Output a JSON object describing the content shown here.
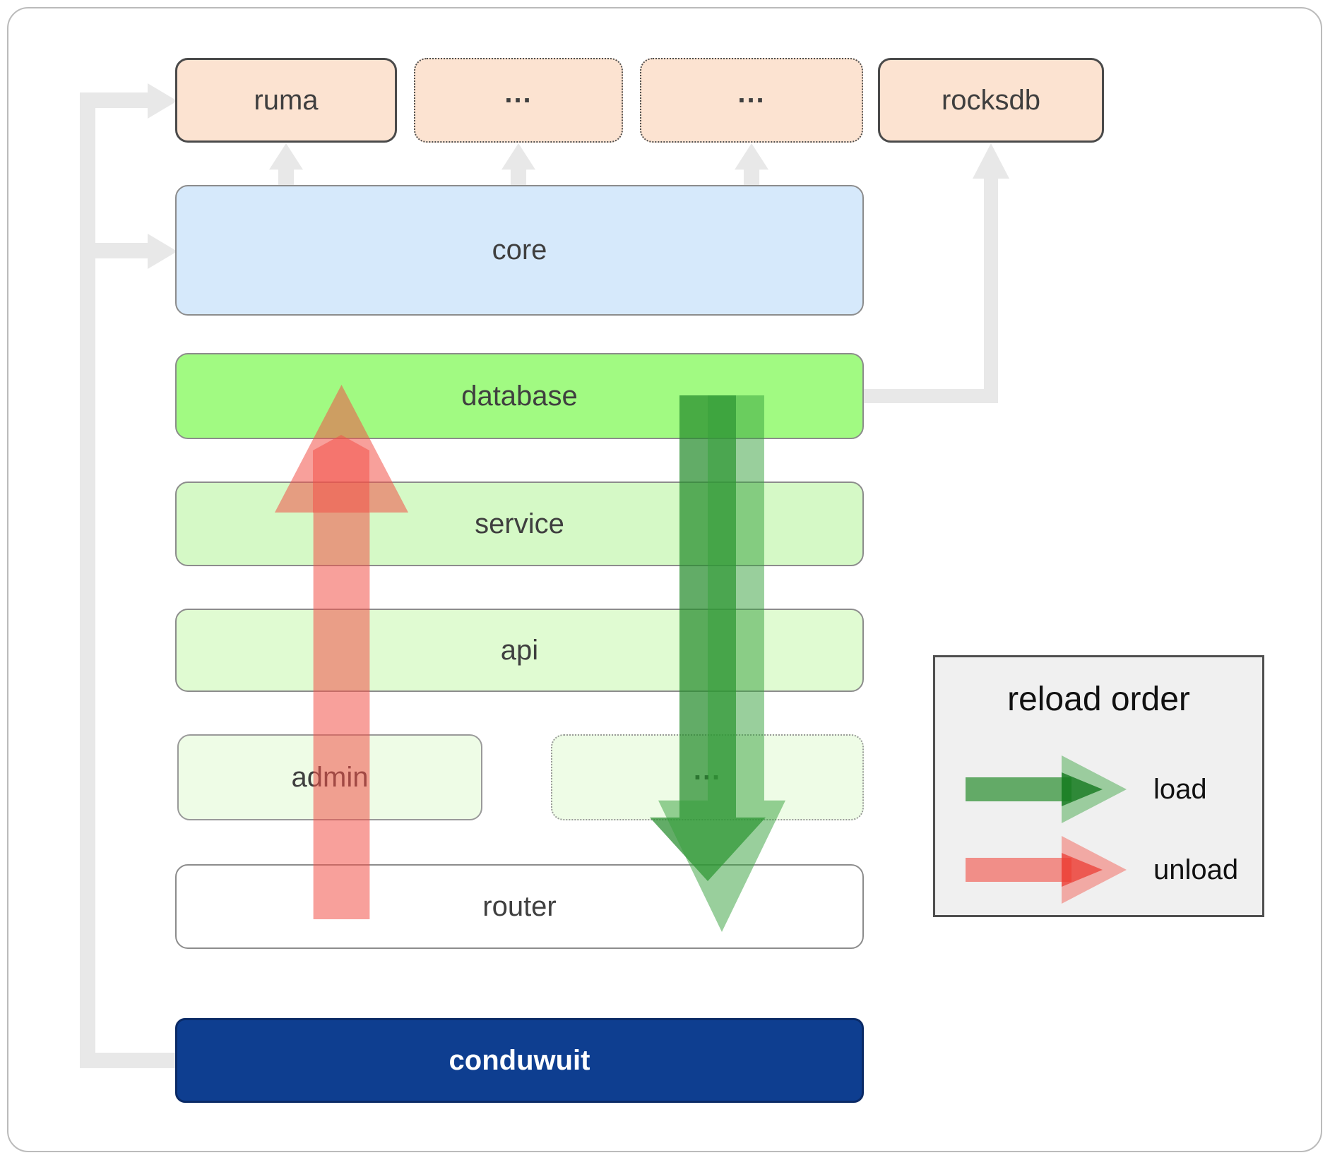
{
  "diagram": {
    "top_row": [
      {
        "label": "ruma"
      },
      {
        "label": "..."
      },
      {
        "label": "..."
      },
      {
        "label": "rocksdb"
      }
    ],
    "layers": {
      "core": "core",
      "database": "database",
      "service": "service",
      "api": "api",
      "admin": "admin",
      "admin_ellipsis": "...",
      "router": "router",
      "conduwuit": "conduwuit"
    },
    "legend": {
      "title": "reload order",
      "load_label": "load",
      "unload_label": "unload"
    },
    "colors": {
      "load_arrow": "#2f9e36",
      "unload_arrow": "#f2524a",
      "connector_gray": "#e8e8e8",
      "module_fill": "#fce3d1",
      "core_fill": "#d6e9fb",
      "database_fill": "#a1fa82",
      "service_fill": "#d5f9c6",
      "api_fill": "#e0fbd2",
      "admin_fill": "#eefce6",
      "router_fill": "#ffffff",
      "conduwuit_fill": "#0e3e90",
      "legend_bg": "#f0f0f0"
    }
  }
}
